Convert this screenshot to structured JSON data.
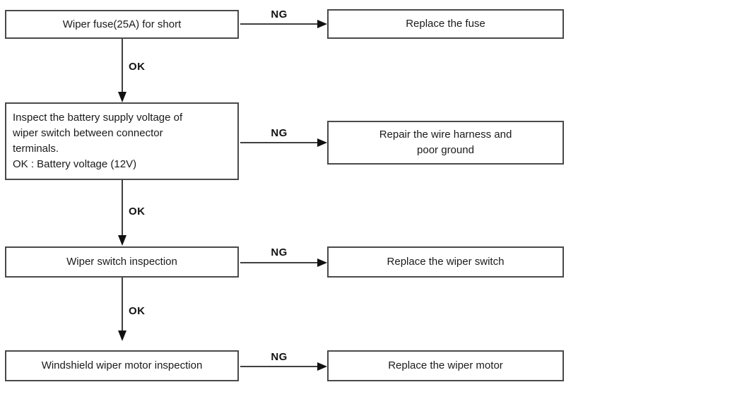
{
  "colors": {
    "box_border": "#4a4a4a",
    "connector_line": "#3f3f3f",
    "arrowhead": "#111111",
    "text": "#1a1a1a",
    "background": "#ffffff"
  },
  "flow": {
    "steps": [
      {
        "check": "Wiper fuse(25A) for short",
        "ng_label": "NG",
        "action": "Replace the fuse",
        "ok_label": "OK"
      },
      {
        "check": "Inspect the battery supply voltage of\nwiper switch between connector\nterminals.\nOK : Battery voltage (12V)",
        "ng_label": "NG",
        "action": "Repair the wire harness and\npoor ground",
        "ok_label": "OK"
      },
      {
        "check": "Wiper switch inspection",
        "ng_label": "NG",
        "action": "Replace the wiper switch",
        "ok_label": "OK"
      },
      {
        "check": "Windshield wiper motor inspection",
        "ng_label": "NG",
        "action": "Replace the wiper motor"
      }
    ]
  }
}
